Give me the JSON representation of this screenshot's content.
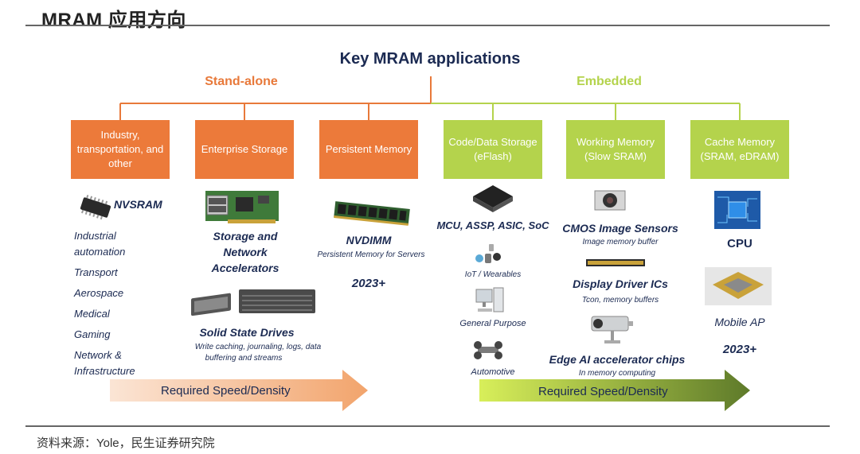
{
  "page": {
    "title": "MRAM 应用方向",
    "source": "资料来源：Yole，民生证券研究院"
  },
  "diagram": {
    "title": "Key MRAM applications",
    "groups": {
      "standalone": "Stand-alone",
      "embedded": "Embedded"
    },
    "colors": {
      "orange": "#ec7a3a",
      "green": "#b4d34c",
      "navy": "#1b2a52"
    },
    "categories": [
      {
        "label": "Industry, transportation, and other"
      },
      {
        "label": "Enterprise Storage"
      },
      {
        "label": "Persistent Memory"
      },
      {
        "label": "Code/Data Storage (eFlash)"
      },
      {
        "label": "Working Memory (Slow SRAM)"
      },
      {
        "label": "Cache Memory (SRAM, eDRAM)"
      }
    ],
    "col1": {
      "product": "NVSRAM",
      "items": [
        "Industrial",
        "automation",
        "Transport",
        "Aerospace",
        "Medical",
        "Gaming",
        "Network &",
        "Infrastructure"
      ]
    },
    "col2": {
      "product1": [
        "Storage and",
        "Network",
        "Accelerators"
      ],
      "product2": "Solid State Drives",
      "product2_desc": [
        "Write caching, journaling, logs, data",
        "buffering and streams"
      ]
    },
    "col3": {
      "product": "NVDIMM",
      "desc": "Persistent Memory for Servers",
      "year": "2023+"
    },
    "col4": {
      "product": "MCU, ASSP, ASIC, SoC",
      "items": [
        "IoT / Wearables",
        "General Purpose",
        "Automotive"
      ]
    },
    "col5": {
      "items": [
        {
          "name": "CMOS Image Sensors",
          "desc": "Image memory buffer"
        },
        {
          "name": "Display Driver ICs",
          "desc": "Tcon, memory buffers"
        },
        {
          "name": "Edge AI accelerator chips",
          "desc": "In memory computing"
        }
      ]
    },
    "col6": {
      "product": "CPU",
      "product2": "Mobile AP",
      "year": "2023+"
    },
    "arrows": {
      "left": "Required Speed/Density",
      "right": "Required Speed/Density"
    },
    "icons": [
      "chip-icon",
      "network-card-icon",
      "ssd-icon",
      "memory-module-icon",
      "processor-icon",
      "wearables-icon",
      "pc-icon",
      "car-icon",
      "camera-sensor-icon",
      "display-driver-icon",
      "security-camera-icon",
      "cpu-icon",
      "mobile-soc-icon"
    ]
  }
}
